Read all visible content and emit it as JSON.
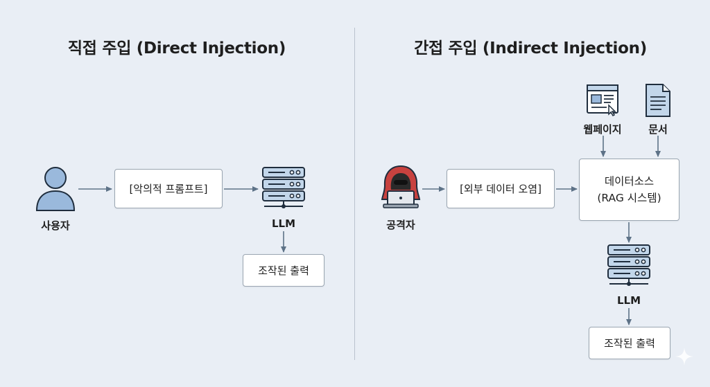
{
  "left": {
    "title": "직접 주입 (Direct Injection)",
    "actor_label": "사용자",
    "prompt_box": "[악의적 프롬프트]",
    "llm_label": "LLM",
    "output_box": "조작된 출력"
  },
  "right": {
    "title": "간접 주입 (Indirect Injection)",
    "actor_label": "공격자",
    "contamination_box": "[외부 데이터 오염]",
    "webpage_label": "웹페이지",
    "document_label": "문서",
    "datasource_line1": "데이터소스",
    "datasource_line2": "(RAG 시스템)",
    "llm_label": "LLM",
    "output_box": "조작된 출력"
  },
  "colors": {
    "background": "#e9eef5",
    "arrow": "#5d7287",
    "server_fill": "#c2d6ea",
    "server_stroke": "#1f2d3d",
    "hacker_red": "#c8423f",
    "user_blue": "#9ab9dc"
  },
  "icons": [
    "user-icon",
    "server-icon",
    "hacker-icon",
    "webpage-icon",
    "document-icon",
    "sparkle-icon"
  ]
}
